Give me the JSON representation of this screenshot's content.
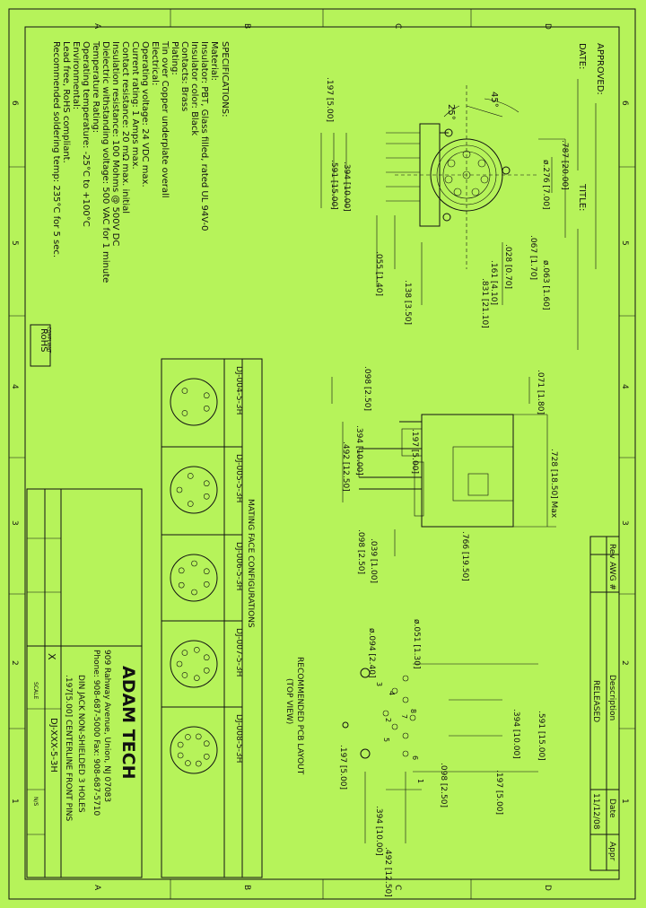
{
  "approvals": {
    "approved": "APPROVED:",
    "date": "DATE:",
    "title": "TITLE:"
  },
  "border": {
    "letters": [
      "A",
      "B",
      "C",
      "D"
    ],
    "numbers": [
      "6",
      "5",
      "4",
      "3",
      "2",
      "1"
    ]
  },
  "spec": {
    "heading": "SPECIFICATIONS:",
    "lines": [
      "Material:",
      "Insulator: PBT, Glass filled, rated UL 94V-0",
      "Insulator color: Black",
      "Contacts: Brass",
      "Plating:",
      "Tin over Copper underplate overall",
      "Electrical:",
      "Operating voltage: 24 VDC max.",
      "Current rating: 1 Amps max.",
      "Contact resistance: 20 mΩ max. initial",
      "Insulation resistance: 100 Mohms @ 500V DC",
      "Dielectric withstanding voltage: 500 VAC for 1 minute",
      "Temperature Rating:",
      "Operating temperature: -25°C to +100°C",
      "Environmental:",
      "Lead free, RoHS compliant.",
      "Recommended soldering temp: 235°C for 5 sec."
    ]
  },
  "rohs": {
    "big": "RoHS",
    "small": "COMPLIANT"
  },
  "revision": {
    "headers": [
      "Rev",
      "AWG #",
      "Description",
      "Date",
      "Appr"
    ],
    "row": {
      "description": "RELEASED",
      "date": "11/12/08"
    }
  },
  "company": {
    "name": "ADAM TECH",
    "address": "909 Rahway Avenue, Union, NJ 07083",
    "phone": "Phone: 908-687-5000 Fax: 908-687-5710"
  },
  "part": {
    "desc1": "DIN JACK NON-SHIELDED 3 HOLES",
    "desc2": ".197[5.00] CENTERLINE FRONT PINS",
    "number": "DJ-XXX-5-3H",
    "check": "X",
    "scale_label": "SCALE",
    "sheet_label": "N/S"
  },
  "mating": {
    "title": "MATING FACE CONFIGURATIONS",
    "parts": [
      "DJ-004-5-3H",
      "DJ-005-5-3H",
      "DJ-006-5-3H",
      "DJ-007-5-3H",
      "DJ-008-5-3H"
    ]
  },
  "angles": {
    "a1": "45°",
    "a2": "25°"
  },
  "front_dims": [
    ".787 [20.00]",
    "ø.276 [7.00]",
    "ø.063 [1.60]",
    ".067 [1.70]",
    ".028 [0.70]",
    ".161 [4.10]",
    ".831 [21.10]",
    ".138 [3.50]",
    ".055 [1.40]",
    ".394 [10.00]",
    ".591 [15.00]",
    ".197 [5.00]"
  ],
  "side_dims": [
    ".071 [1.80]",
    ".728 [18.50] Max",
    ".766 [19.50]",
    ".039 [1.00]",
    ".098 [2.50]",
    ".492 [12.50]",
    ".394 [10.00]",
    ".197 [5.00]",
    ".098 [2.50]"
  ],
  "pcb": {
    "title": "RECOMMENDED PCB LAYOUT",
    "subtitle": "(TOP VIEW)",
    "dims": [
      "ø.051 [1.30]",
      "ø.094 [2.40]",
      ".591 [15.00]",
      ".394 [10.00]",
      ".197 [5.00]",
      ".098 [2.50]",
      ".394 [10.00]",
      ".492 [12.50]",
      ".197 [5.00]"
    ],
    "pins": [
      "1",
      "2",
      "3",
      "4",
      "5",
      "6",
      "7",
      "8"
    ]
  }
}
